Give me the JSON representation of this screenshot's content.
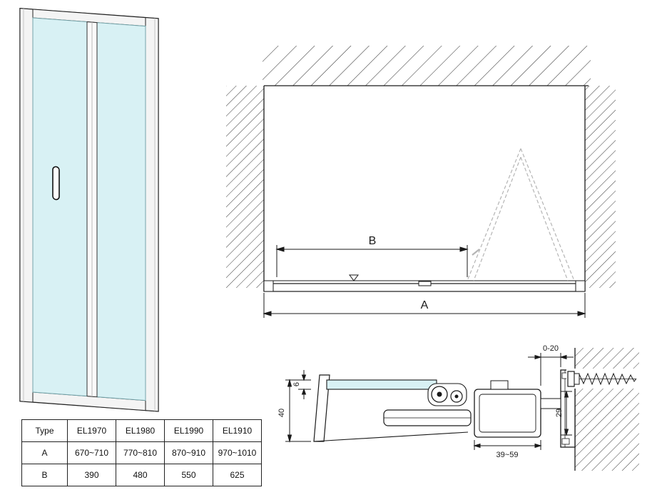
{
  "colors": {
    "glass": "#d8f1f4",
    "line": "#1a1a1a",
    "dashed_door": "#b5b5b5"
  },
  "elevation": {
    "dim_a": "A",
    "dim_b": "B"
  },
  "section": {
    "dim_gap": "0-20",
    "dim_glass_thickness": "6",
    "dim_profile_height": "40",
    "dim_wall_profile": "29",
    "dim_adjustment": "39~59"
  },
  "table": {
    "headers": [
      "Type",
      "EL1970",
      "EL1980",
      "EL1990",
      "EL1910"
    ],
    "rows": [
      {
        "label": "A",
        "values": [
          "670~710",
          "770~810",
          "870~910",
          "970~1010"
        ]
      },
      {
        "label": "B",
        "values": [
          "390",
          "480",
          "550",
          "625"
        ]
      }
    ]
  }
}
